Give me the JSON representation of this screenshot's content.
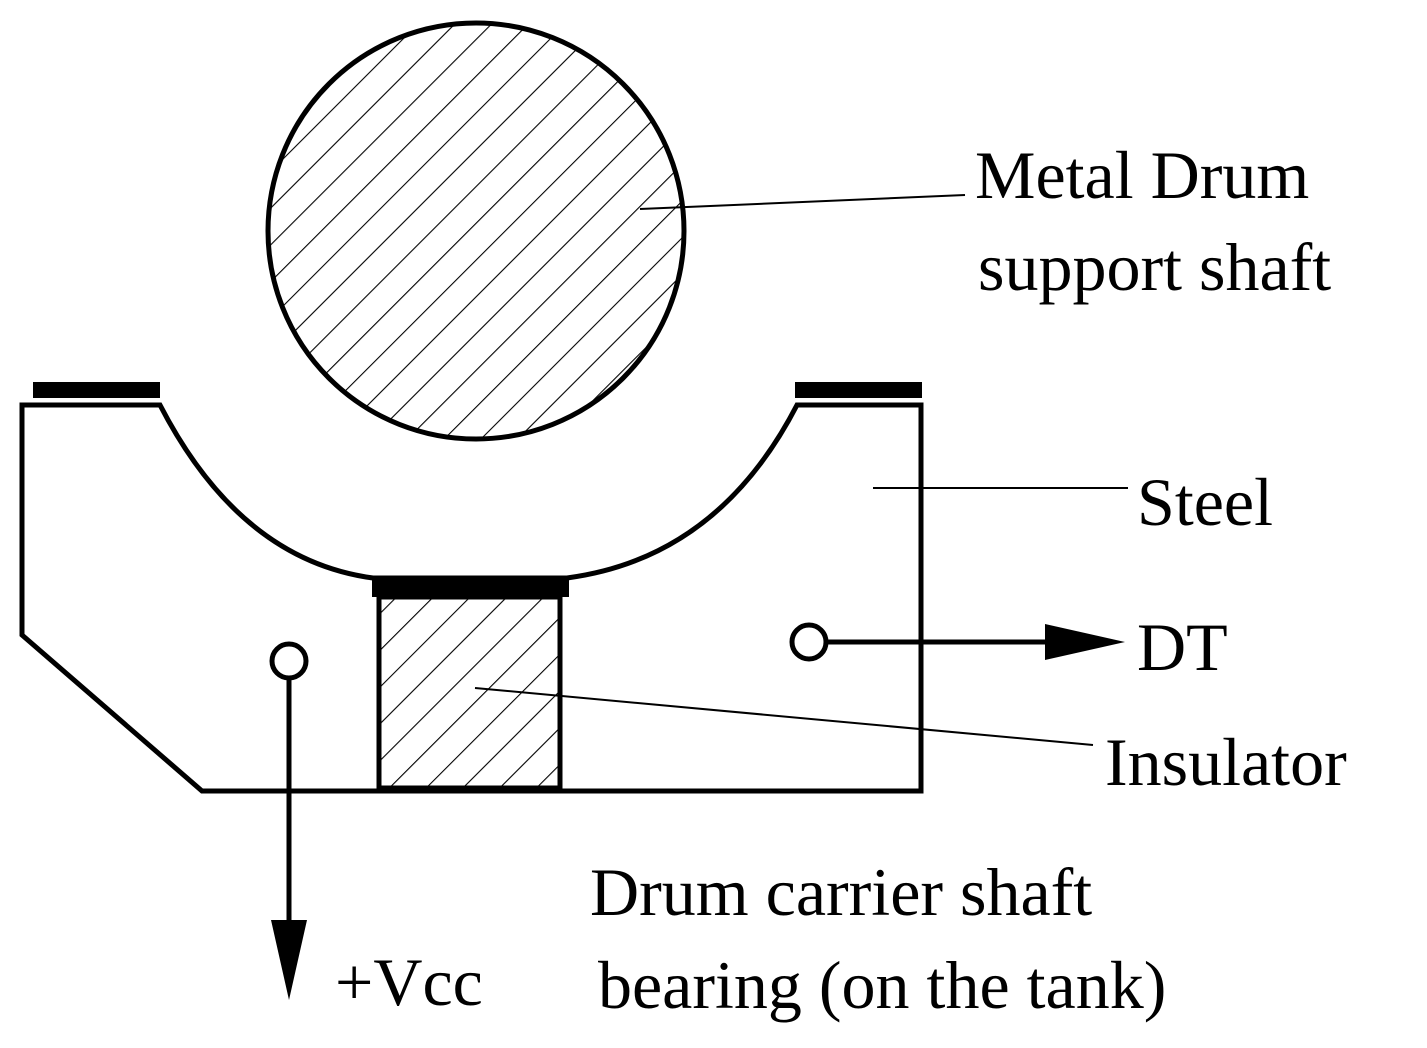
{
  "labels": {
    "shaft_line1": "Metal Drum",
    "shaft_line2": "support shaft",
    "steel": "Steel",
    "dt": "DT",
    "insulator": "Insulator",
    "bearing_line1": "Drum carrier shaft",
    "bearing_line2": "bearing (on the tank)",
    "vcc": "+Vcc"
  },
  "colors": {
    "stroke": "#000000",
    "background": "#ffffff"
  }
}
